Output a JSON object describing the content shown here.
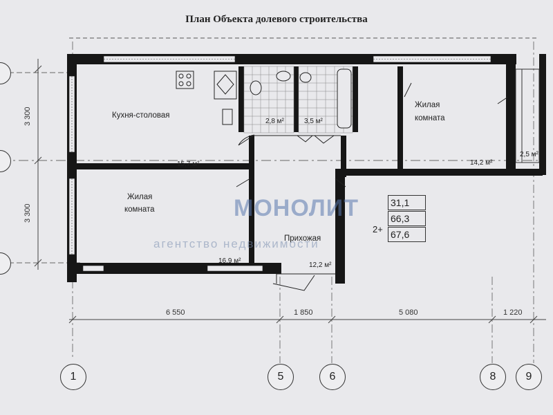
{
  "title": "План Объекта долевого строительства",
  "rooms": {
    "kitchen": {
      "label": "Кухня-столовая",
      "area": "15,7 м²"
    },
    "bath1_area": "2,8 м²",
    "bath2_area": "3,5 м²",
    "living_right": {
      "label_line1": "Жилая",
      "label_line2": "комната",
      "area": "14,2 м²"
    },
    "balcony_area": "2,5 м²",
    "living_left": {
      "label_line1": "Жилая",
      "label_line2": "комната",
      "area": "16,9 м²"
    },
    "hall": {
      "label": "Прихожая",
      "area": "12,2 м²"
    }
  },
  "summary": {
    "living": "31,1",
    "rooms": "2+",
    "total": "66,3",
    "total_with_balcony": "67,6"
  },
  "dimensions": {
    "horizontal": [
      "6 550",
      "1 850",
      "5 080",
      "1 220"
    ],
    "vertical": [
      "3 300",
      "3 300"
    ]
  },
  "axes": [
    "1",
    "5",
    "6",
    "8",
    "9"
  ],
  "watermark": {
    "title": "МОНОЛИТ",
    "subtitle": "агентство недвижимости"
  },
  "colors": {
    "wall": "#161616",
    "paper": "#e9e9ec",
    "line": "#333333",
    "watermark": "#5a78af"
  }
}
